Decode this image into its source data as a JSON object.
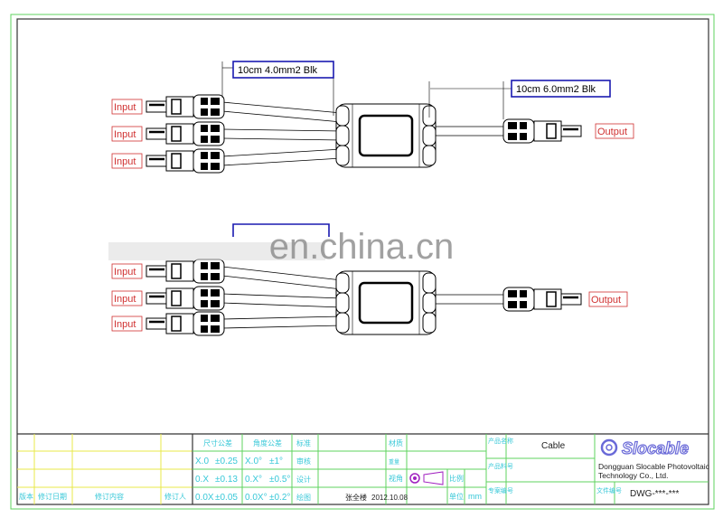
{
  "drawing": {
    "top_assembly": {
      "inputs": [
        "Input",
        "Input",
        "Input"
      ],
      "output": "Output",
      "input_cable_dim": "10cm 4.0mm2 Blk",
      "output_cable_dim": "10cm 6.0mm2 Blk"
    },
    "bottom_assembly": {
      "inputs": [
        "Input",
        "Input",
        "Input"
      ],
      "output": "Output"
    },
    "watermark": "en.china.cn",
    "colors": {
      "frame": "#5fd35f",
      "revision_grid": "#e8e84a",
      "label_red": "#d03030",
      "dim_blue": "#1a1ab0",
      "cyan_text": "#38c8d8"
    }
  },
  "title_block": {
    "revision_headers": [
      "版本",
      "修订日期",
      "修订内容",
      "修订人"
    ],
    "tolerance": {
      "linear_header": "尺寸公差",
      "angular_header": "角度公差",
      "rows": [
        [
          "X.0",
          "±0.25",
          "X.0°",
          "±1°"
        ],
        [
          "0.X",
          "±0.13",
          "0.X°",
          "±0.5°"
        ],
        [
          "0.0X",
          "±0.05",
          "0.0X°",
          "±0.2°"
        ]
      ]
    },
    "roles": [
      "标准",
      "审核",
      "设计",
      "绘图"
    ],
    "designer": "张全楼",
    "date": "2012.10.08",
    "material_label": "材质",
    "weight_label": "重量",
    "view_label": "视角",
    "scale_label": "比例",
    "unit_label": "单位",
    "unit": "mm",
    "product_name_label": "产品名称",
    "product_name": "Cable",
    "part_no_label": "产品料号",
    "project_no_label": "专案编号",
    "doc_no_label": "文件编号",
    "doc_no": "DWG-***-***",
    "company_logo": "Slocable",
    "company_name_1": "Dongguan Slocable Photovoltaic",
    "company_name_2": "Technology Co., Ltd."
  }
}
